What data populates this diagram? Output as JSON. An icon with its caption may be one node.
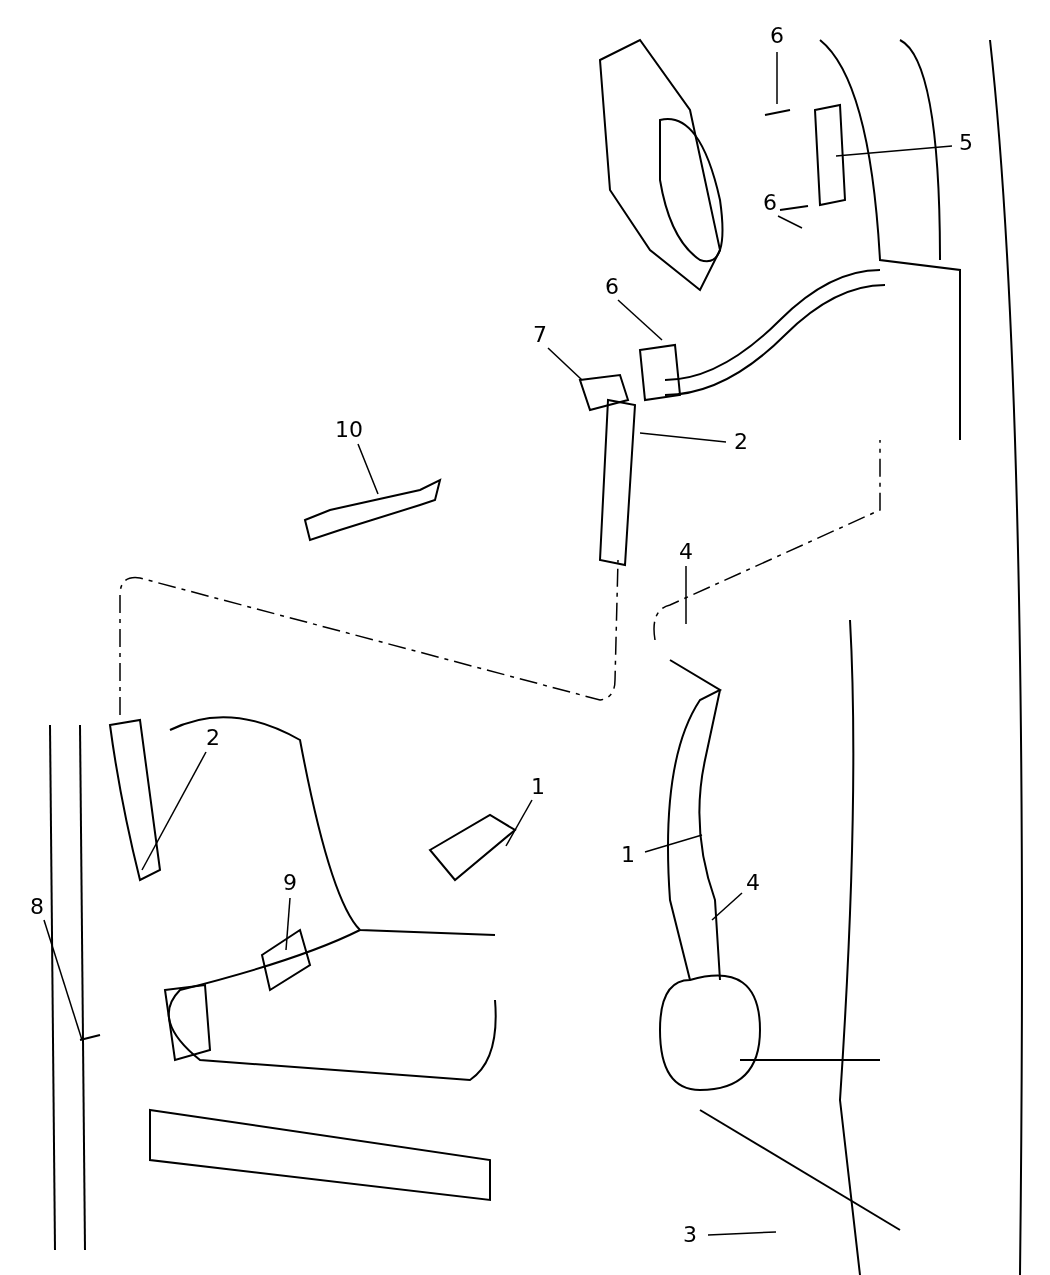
{
  "diagram": {
    "nodes": [
      {
        "text": [
          "6"
        ]
      },
      {
        "text": [
          "5"
        ]
      },
      {
        "text": [
          "6"
        ]
      },
      {
        "text": [
          "6"
        ]
      },
      {
        "text": [
          "7"
        ]
      },
      {
        "text": [
          "2"
        ]
      },
      {
        "text": [
          "10"
        ]
      },
      {
        "text": [
          "4"
        ]
      },
      {
        "text": [
          "2"
        ]
      },
      {
        "text": [
          "1"
        ]
      },
      {
        "text": [
          "1"
        ]
      },
      {
        "text": [
          "4"
        ]
      },
      {
        "text": [
          "8"
        ]
      },
      {
        "text": [
          "9"
        ]
      },
      {
        "text": [
          "3"
        ]
      }
    ],
    "edges": [
      {
        "from": 0,
        "to": null,
        "arrow": "none"
      },
      {
        "from": 1,
        "to": null,
        "arrow": "none"
      },
      {
        "from": 2,
        "to": null,
        "arrow": "none"
      },
      {
        "from": 3,
        "to": null,
        "arrow": "none"
      },
      {
        "from": 4,
        "to": null,
        "arrow": "none"
      },
      {
        "from": 5,
        "to": null,
        "arrow": "none"
      },
      {
        "from": 6,
        "to": null,
        "arrow": "none"
      },
      {
        "from": 7,
        "to": null,
        "arrow": "none"
      },
      {
        "from": 8,
        "to": null,
        "arrow": "none"
      },
      {
        "from": 9,
        "to": null,
        "arrow": "none"
      },
      {
        "from": 10,
        "to": null,
        "arrow": "none"
      },
      {
        "from": 11,
        "to": null,
        "arrow": "none"
      },
      {
        "from": 12,
        "to": null,
        "arrow": "none"
      },
      {
        "from": 13,
        "to": null,
        "arrow": "none"
      },
      {
        "from": 14,
        "to": null,
        "arrow": "none"
      }
    ]
  }
}
